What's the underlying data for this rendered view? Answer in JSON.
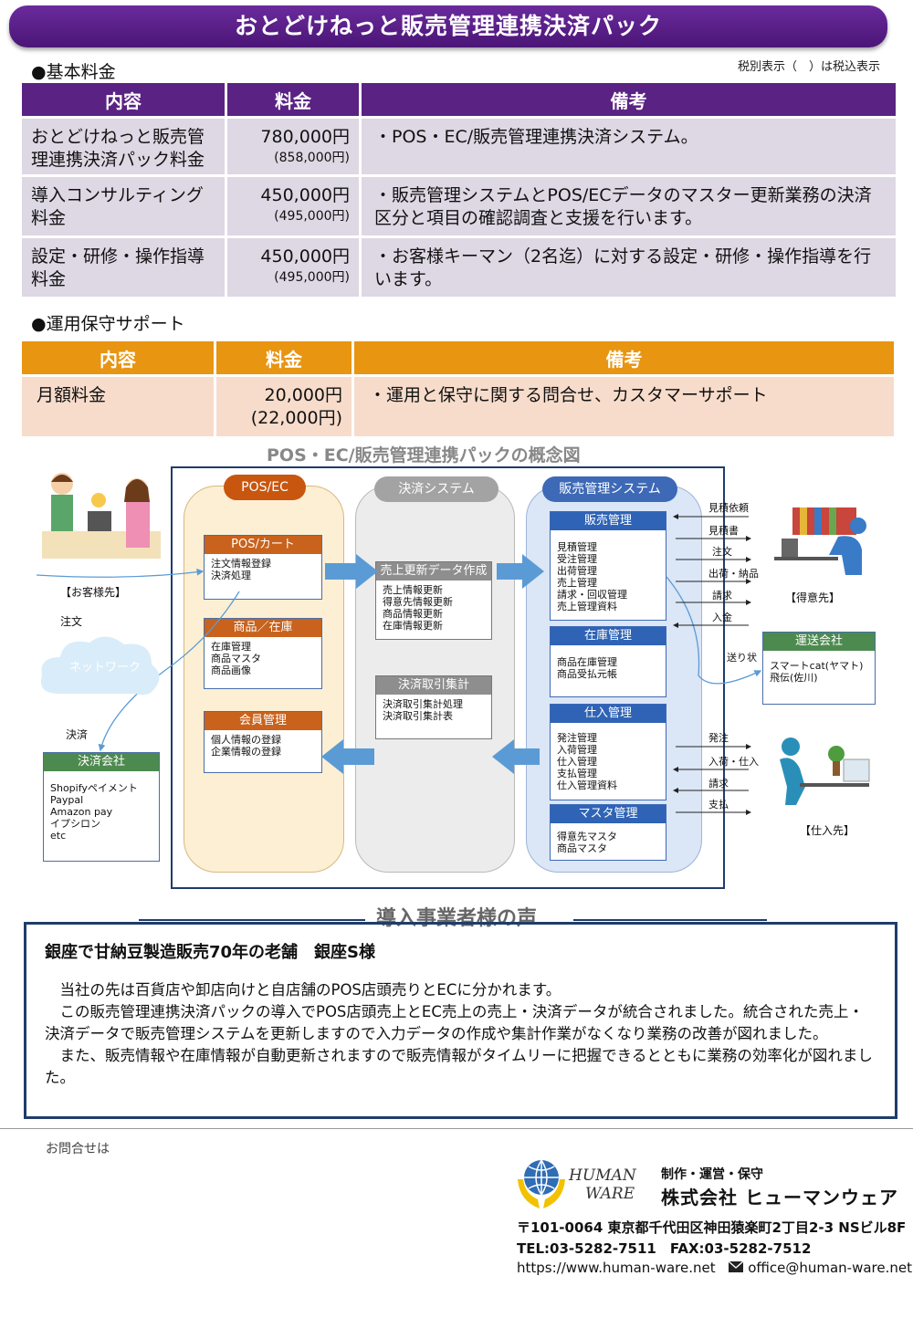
{
  "title": "おとどけねっと販売管理連携決済パック",
  "basic": {
    "heading": "●基本料金",
    "tax_note": "税別表示（　）は税込表示",
    "headers": [
      "内容",
      "料金",
      "備考"
    ],
    "rows": [
      {
        "item": "おとどけねっと販売管理連携決済パック料金",
        "price": "780,000円",
        "price_tax": "(858,000円)",
        "note": "・POS・EC/販売管理連携決済システム。"
      },
      {
        "item": "導入コンサルティング料金",
        "price": "450,000円",
        "price_tax": "(495,000円)",
        "note": "・販売管理システムとPOS/ECデータのマスター更新業務の決済区分と項目の確認調査と支援を行います。"
      },
      {
        "item": "設定・研修・操作指導料金",
        "price": "450,000円",
        "price_tax": "(495,000円)",
        "note": "・お客様キーマン（2名迄）に対する設定・研修・操作指導を行います。"
      }
    ]
  },
  "support": {
    "heading": "●運用保守サポート",
    "headers": [
      "内容",
      "料金",
      "備考"
    ],
    "row": {
      "item": "月額料金",
      "price": "20,000円",
      "price_tax": "(22,000円)",
      "note": "・運用と保守に関する問合せ、カスタマーサポート"
    }
  },
  "diagram": {
    "title": "POS・EC/販売管理連携パックの概念図",
    "col_pos": "POS/EC",
    "col_pay": "決済システム",
    "col_sales": "販売管理システム",
    "pos_cart": {
      "title": "POS/カート",
      "lines": [
        "注文情報登録",
        "決済処理"
      ]
    },
    "stock": {
      "title": "商品／在庫",
      "lines": [
        "在庫管理",
        "商品マスタ",
        "商品画像"
      ]
    },
    "member": {
      "title": "会員管理",
      "lines": [
        "個人情報の登録",
        "企業情報の登録"
      ]
    },
    "sales_update": {
      "title": "売上更新データ作成",
      "lines": [
        "売上情報更新",
        "得意先情報更新",
        "商品情報更新",
        "在庫情報更新"
      ]
    },
    "settle": {
      "title": "決済取引集計",
      "lines": [
        "決済取引集計処理",
        "決済取引集計表"
      ]
    },
    "sales_mgmt": {
      "title": "販売管理",
      "lines": [
        "見積管理",
        "受注管理",
        "出荷管理",
        "売上管理",
        "請求・回収管理",
        "売上管理資料"
      ]
    },
    "stock_mgmt": {
      "title": "在庫管理",
      "lines": [
        "商品在庫管理",
        "商品受払元帳"
      ]
    },
    "purchase": {
      "title": "仕入管理",
      "lines": [
        "発注管理",
        "入荷管理",
        "仕入管理",
        "支払管理",
        "仕入管理資料"
      ]
    },
    "master": {
      "title": "マスタ管理",
      "lines": [
        "得意先マスタ",
        "商品マスタ"
      ]
    },
    "customer_label": "【お客様先】",
    "order_label": "注文",
    "network_label": "ネットワーク",
    "payment_label": "決済",
    "pay_co": {
      "title": "決済会社",
      "lines": [
        "Shopifyペイメント",
        "Paypal",
        "Amazon pay",
        "イプシロン",
        "etc"
      ]
    },
    "client_label": "【得意先】",
    "client_flows": [
      "見積依頼",
      "見積書",
      "注文",
      "出荷・納品",
      "請求",
      "入金"
    ],
    "shipping_co": {
      "title": "運送会社",
      "lines": [
        "スマートcat(ヤマト)",
        "飛伝(佐川)"
      ]
    },
    "waybill_label": "送り状",
    "supplier_label": "【仕入先】",
    "supplier_flows": [
      "発注",
      "入荷・仕入",
      "請求",
      "支払"
    ]
  },
  "voice": {
    "heading": "導入事業者様の声",
    "subtitle": "銀座で甘納豆製造販売70年の老舗　銀座S様",
    "paragraphs": [
      "当社の先は百貨店や卸店向けと自店舗のPOS店頭売りとECに分かれます。",
      "この販売管理連携決済パックの導入でPOS店頭売上とEC売上の売上・決済データが統合されました。統合された売上・決済データで販売管理システムを更新しますので入力データの作成や集計作業がなくなり業務の改善が図れました。",
      "また、販売情報や在庫情報が自動更新されますので販売情報がタイムリーに把握できるとともに業務の効率化が図れました。"
    ]
  },
  "footer": {
    "inquiry": "お問合せは",
    "logo_text_1": "HUMAN",
    "logo_text_2": "WARE",
    "role": "制作・運営・保守",
    "company": "株式会社 ヒューマンウェア",
    "address": "〒101-0064 東京都千代田区神田猿楽町2丁目2-3 NSビル8F",
    "tel_fax": "TEL:03-5282-7511　FAX:03-5282-7512",
    "url": "https://www.human-ware.net",
    "email": "office@human-ware.net"
  }
}
